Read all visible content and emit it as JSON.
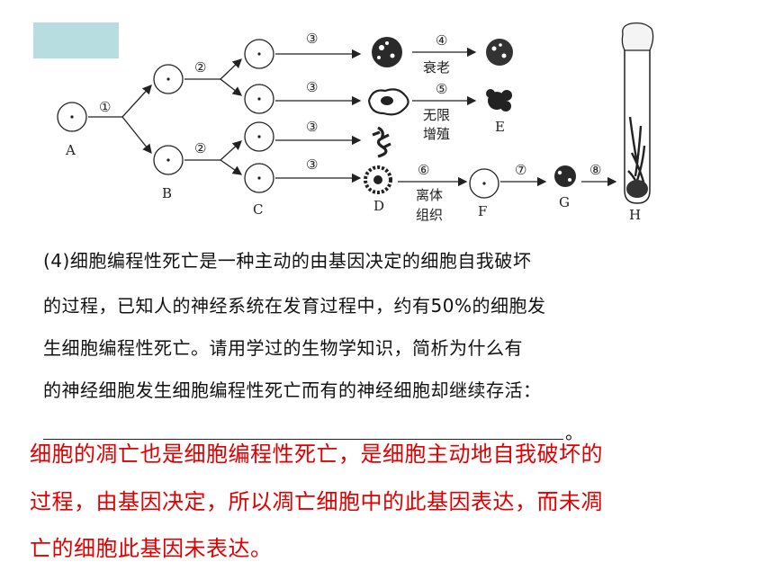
{
  "diagram": {
    "cell_labels": [
      "A",
      "B",
      "C",
      "D",
      "E",
      "F",
      "G",
      "H"
    ],
    "step_labels": [
      "①",
      "②",
      "②",
      "③",
      "③",
      "③",
      "③",
      "④",
      "⑤",
      "⑥",
      "⑦",
      "⑧"
    ],
    "process_labels": {
      "senescence": "衰老",
      "unlimited_line1": "无限",
      "unlimited_line2": "增殖",
      "isolated_line1": "离体",
      "isolated_line2": "组织"
    }
  },
  "question": {
    "line1": "(4)细胞编程性死亡是一种主动的由基因决定的细胞自我破坏",
    "line2": "的过程，已知人的神经系统在发育过程中，约有50%的细胞发",
    "line3": "生细胞编程性死亡。请用学过的生物学知识，简析为什么有",
    "line4": "的神经细胞发生细胞编程性死亡而有的神经细胞却继续存活：",
    "blank_end": "。"
  },
  "answer": {
    "line1": "细胞的凋亡也是细胞编程性死亡，是细胞主动地自我破坏的",
    "line2": "过程，由基因决定，所以凋亡细胞中的此基因表达，而未凋",
    "line3": "亡的细胞此基因未表达。"
  },
  "colors": {
    "answer_text": "#e00000",
    "header_box": "#b7dde1"
  }
}
